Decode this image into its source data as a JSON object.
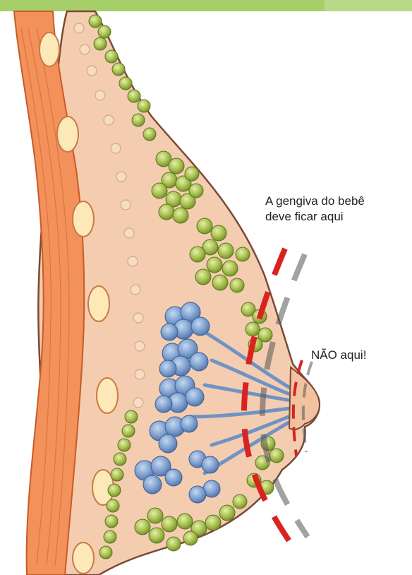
{
  "labels": {
    "correct_line1": "A gengiva do bebê",
    "correct_line2": "deve ficar aqui",
    "wrong": "NÃO aqui!"
  },
  "colors": {
    "banner": "#a6cf6a",
    "skin": "#f3c9a6",
    "skin_outline": "#7a4a36",
    "muscle": "#f08a4b",
    "rib": "#fde8b8",
    "gland_lobe": "#8fae3a",
    "duct": "#6f93c4",
    "mark_line": "#d9231f",
    "shadow": "#555555"
  },
  "icons": {
    "breast": "breast-anatomy-cross-section",
    "correct_mark": "dashed-red-line",
    "wrong_mark": "dashed-red-line"
  }
}
